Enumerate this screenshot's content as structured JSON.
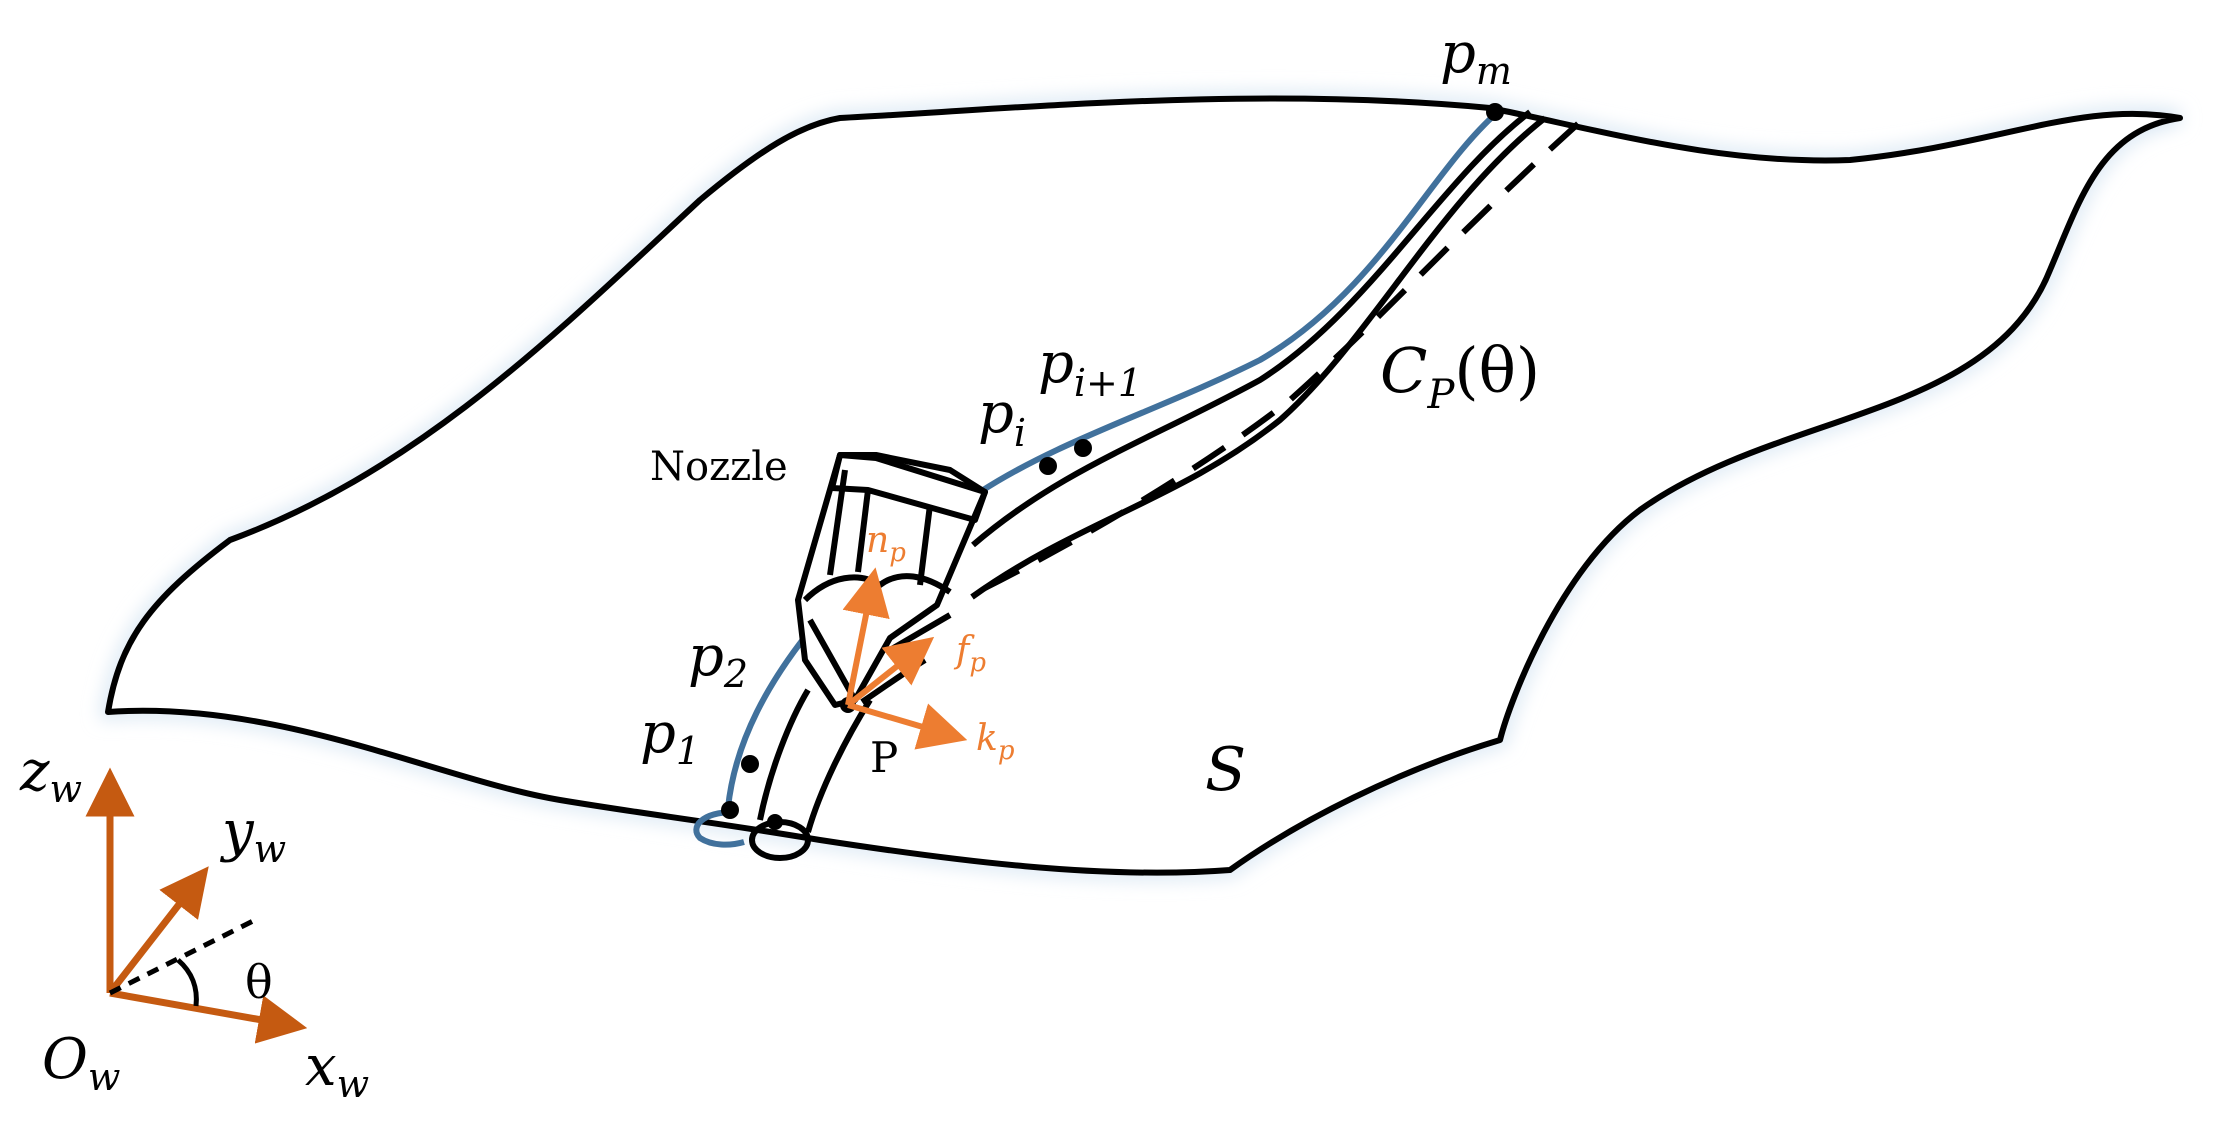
{
  "colors": {
    "outline": "#000000",
    "path_blue": "#41719C",
    "vector_orange": "#ED7D31",
    "axis_brown": "#C55A11",
    "shadow": "#d8e6f3"
  },
  "labels": {
    "nozzle": "Nozzle",
    "surface": "S",
    "curve_main": "C",
    "curve_sub": "P",
    "curve_arg": "(θ)",
    "point_P": "P",
    "pm_main": "p",
    "pm_sub": "m",
    "pi_main": "p",
    "pi_sub": "i",
    "pi1_main": "p",
    "pi1_sub": "i+1",
    "p2_main": "p",
    "p2_sub": "2",
    "p1_main": "p",
    "p1_sub": "1",
    "np_main": "n",
    "np_sub": "p",
    "fp_main": "f",
    "fp_sub": "p",
    "kp_main": "k",
    "kp_sub": "p",
    "zw_main": "z",
    "zw_sub": "w",
    "yw_main": "y",
    "yw_sub": "w",
    "xw_main": "x",
    "xw_sub": "w",
    "ow_main": "O",
    "ow_sub": "w",
    "theta": "θ"
  }
}
